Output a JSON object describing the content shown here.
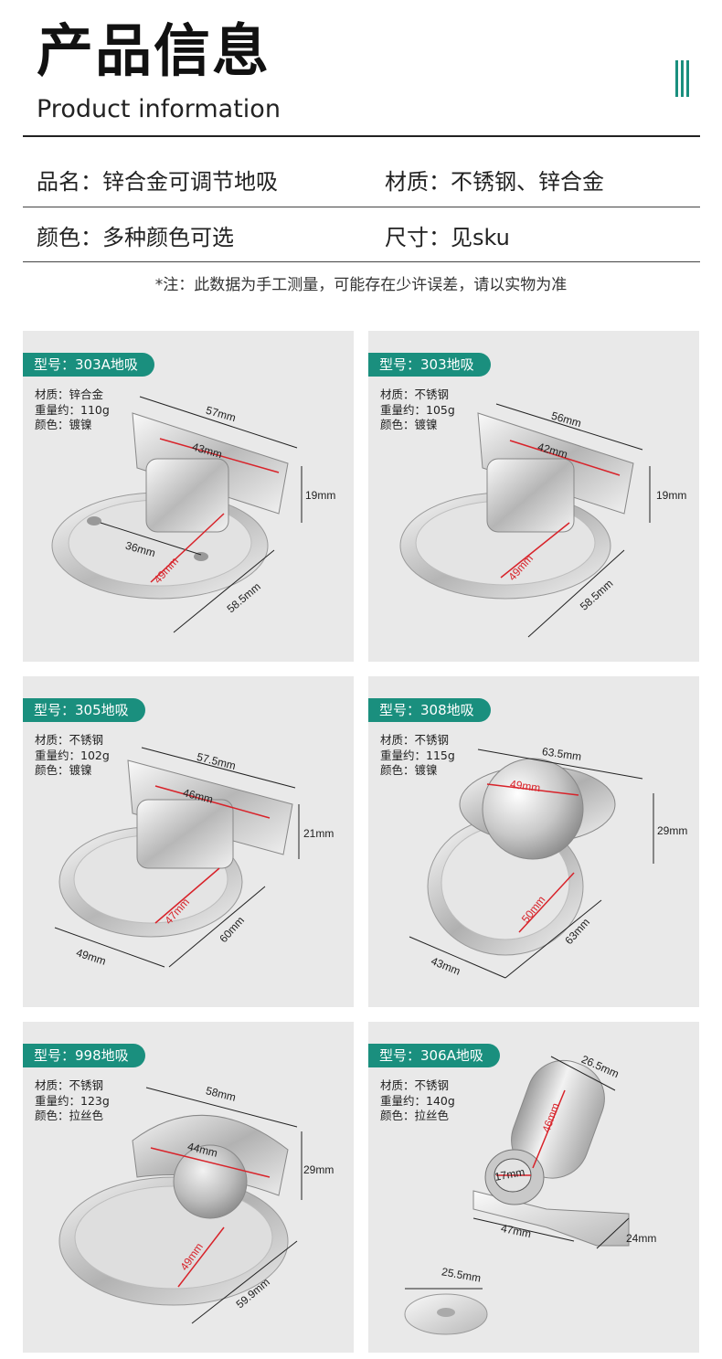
{
  "header": {
    "title_cn": "产品信息",
    "title_en": "Product information"
  },
  "info": {
    "name": "品名：锌合金可调节地吸",
    "material": "材质：不锈钢、锌合金",
    "color": "颜色：多种颜色可选",
    "size": "尺寸：见sku"
  },
  "note": "*注：此数据为手工测量，可能存在少许误差，请以实物为准",
  "products": [
    {
      "model": "型号：303A地吸",
      "material": "材质：锌合金",
      "weight": "重量约：110g",
      "color": "颜色：镀镍",
      "dims": [
        "57mm",
        "43mm",
        "19mm",
        "36mm",
        "49mm",
        "58.5mm"
      ]
    },
    {
      "model": "型号：303地吸",
      "material": "材质：不锈钢",
      "weight": "重量约：105g",
      "color": "颜色：镀镍",
      "dims": [
        "56mm",
        "42mm",
        "19mm",
        "49mm",
        "58.5mm"
      ]
    },
    {
      "model": "型号：305地吸",
      "material": "材质：不锈钢",
      "weight": "重量约：102g",
      "color": "颜色：镀镍",
      "dims": [
        "57.5mm",
        "46mm",
        "21mm",
        "47mm",
        "60mm",
        "49mm"
      ]
    },
    {
      "model": "型号：308地吸",
      "material": "材质：不锈钢",
      "weight": "重量约：115g",
      "color": "颜色：镀镍",
      "dims": [
        "63.5mm",
        "49mm",
        "29mm",
        "50mm",
        "63mm",
        "43mm"
      ]
    },
    {
      "model": "型号：998地吸",
      "material": "材质：不锈钢",
      "weight": "重量约：123g",
      "color": "颜色：拉丝色",
      "dims": [
        "58mm",
        "44mm",
        "29mm",
        "49mm",
        "59.9mm"
      ]
    },
    {
      "model": "型号：306A地吸",
      "material": "材质：不锈钢",
      "weight": "重量约：140g",
      "color": "颜色：拉丝色",
      "dims": [
        "26.5mm",
        "46mm",
        "17mm",
        "47mm",
        "24mm",
        "25.5mm"
      ]
    }
  ],
  "colors": {
    "accent": "#1a8f7e",
    "dimension_red": "#d8232a",
    "card_bg": "#e9e9e9"
  }
}
